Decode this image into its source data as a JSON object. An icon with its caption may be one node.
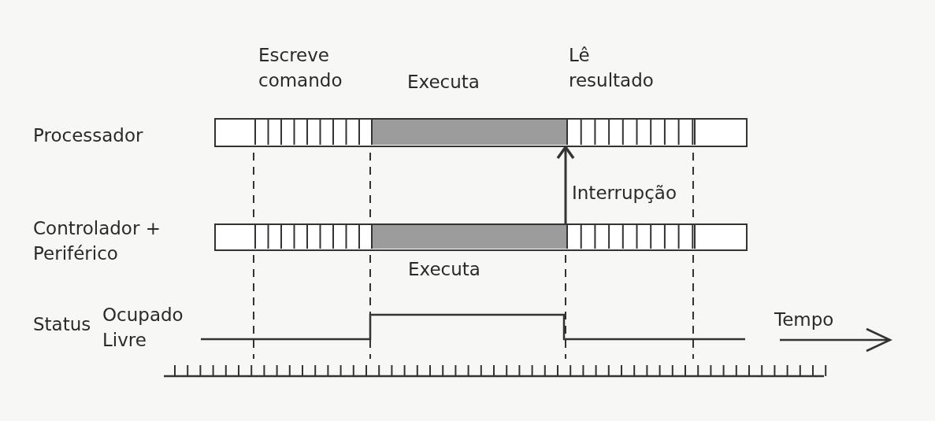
{
  "diagram": {
    "nodes": [
      {
        "text": [],
        "shape": "bar"
      },
      {
        "text": [],
        "shape": "bar",
        "beside": [
          "Executa"
        ]
      }
    ],
    "edges": [
      {
        "from": 1,
        "to": 0,
        "arrow": "to",
        "label": "Interrupção"
      }
    ],
    "labels": [
      "Escreve comando",
      "Executa",
      "Lê resultado",
      "Processador",
      "Controlador + Periférico",
      "Status",
      "Ocupado",
      "Livre",
      "Tempo"
    ]
  }
}
